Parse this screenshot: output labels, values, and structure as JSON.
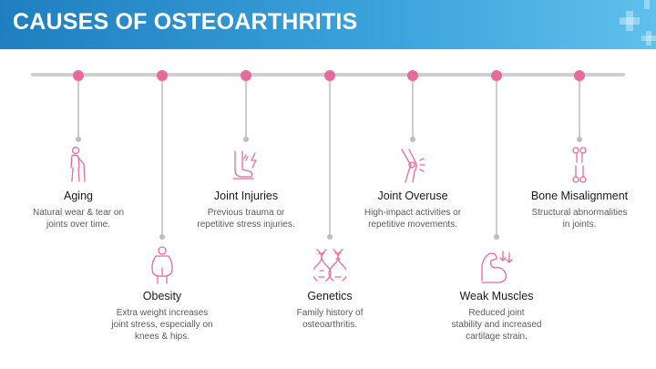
{
  "header": {
    "title": "CAUSES OF OSTEOARTHRITIS"
  },
  "colors": {
    "accent": "#e76a9d",
    "header_start": "#1f7fc0",
    "header_end": "#5fc0ec",
    "line": "#cfcfcf"
  },
  "causes": [
    {
      "title": "Aging",
      "description": "Natural wear & tear on\njoints over time.",
      "icon": "elderly-person-icon"
    },
    {
      "title": "Obesity",
      "description": "Extra weight increases\njoint stress, especially on\nknees & hips.",
      "icon": "obese-person-icon"
    },
    {
      "title": "Joint Injuries",
      "description": "Previous trauma or\nrepetitive stress injuries.",
      "icon": "injured-foot-icon"
    },
    {
      "title": "Genetics",
      "description": "Family history of\nosteoarthritis.",
      "icon": "dna-icon"
    },
    {
      "title": "Joint Overuse",
      "description": "High-impact activities or\nrepetitive movements.",
      "icon": "knee-joint-icon"
    },
    {
      "title": "Weak Muscles",
      "description": "Reduced joint\nstability and increased\ncartilage strain.",
      "icon": "weak-arm-muscle-icon"
    },
    {
      "title": "Bone Misalignment",
      "description": "Structural abnormalities\nin joints.",
      "icon": "bone-icon"
    }
  ]
}
